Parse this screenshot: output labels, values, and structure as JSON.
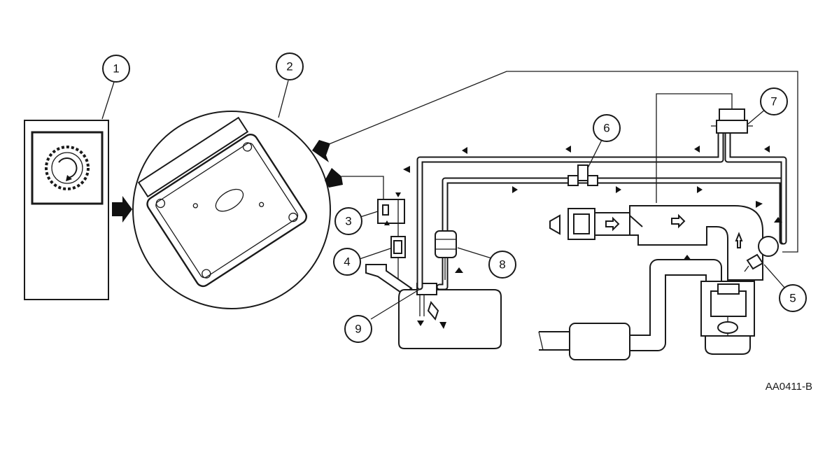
{
  "diagram_code": "AA0411-B",
  "callouts": [
    {
      "id": "1",
      "label": "1"
    },
    {
      "id": "2",
      "label": "2"
    },
    {
      "id": "3",
      "label": "3"
    },
    {
      "id": "4",
      "label": "4"
    },
    {
      "id": "5",
      "label": "5"
    },
    {
      "id": "6",
      "label": "6"
    },
    {
      "id": "7",
      "label": "7"
    },
    {
      "id": "8",
      "label": "8"
    },
    {
      "id": "9",
      "label": "9"
    }
  ],
  "colors": {
    "line": "#1a1a1a",
    "background": "#ffffff"
  }
}
